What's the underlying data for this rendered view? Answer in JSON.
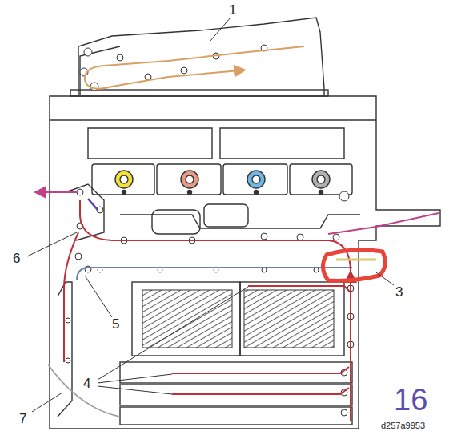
{
  "diagram": {
    "labels": [
      "1",
      "6",
      "5",
      "3",
      "4",
      "7",
      "16",
      "d257a9953"
    ]
  }
}
